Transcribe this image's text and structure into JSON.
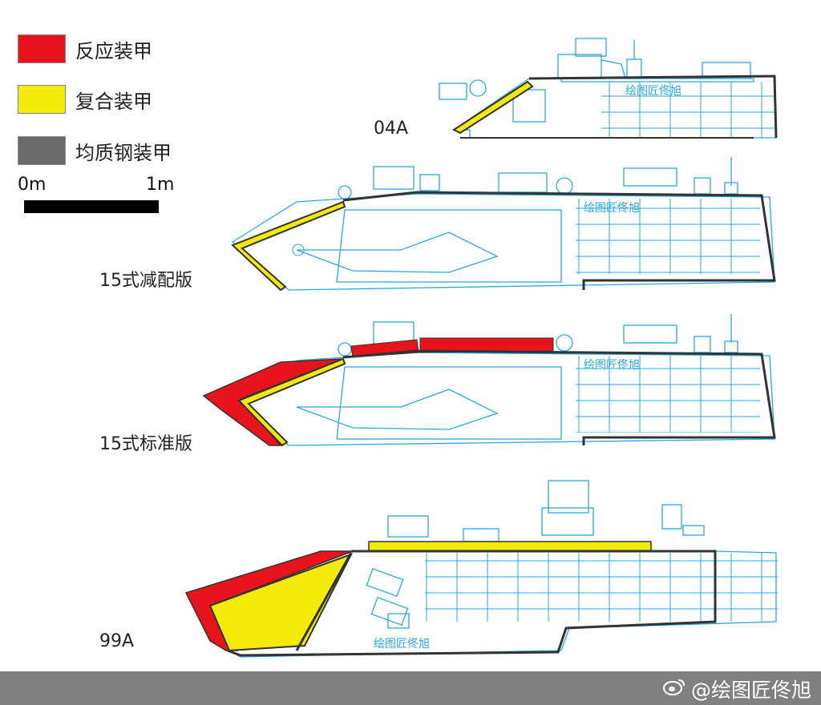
{
  "legend": {
    "items": [
      {
        "label": "反应装甲",
        "color": "#e8141c"
      },
      {
        "label": "复合装甲",
        "color": "#f4ea0a"
      },
      {
        "label": "均质钢装甲",
        "color": "#6b6b6b"
      }
    ]
  },
  "scale": {
    "start_label": "0m",
    "end_label": "1m"
  },
  "vehicles": [
    {
      "label": "04A"
    },
    {
      "label": "15式减配版"
    },
    {
      "label": "15式标准版"
    },
    {
      "label": "99A"
    }
  ],
  "watermark": "绘图匠佟旭",
  "footer": {
    "text": "@绘图匠佟旭",
    "icon": "weibo-icon"
  },
  "colors": {
    "line": "#29a8e0",
    "outline": "#333333"
  }
}
